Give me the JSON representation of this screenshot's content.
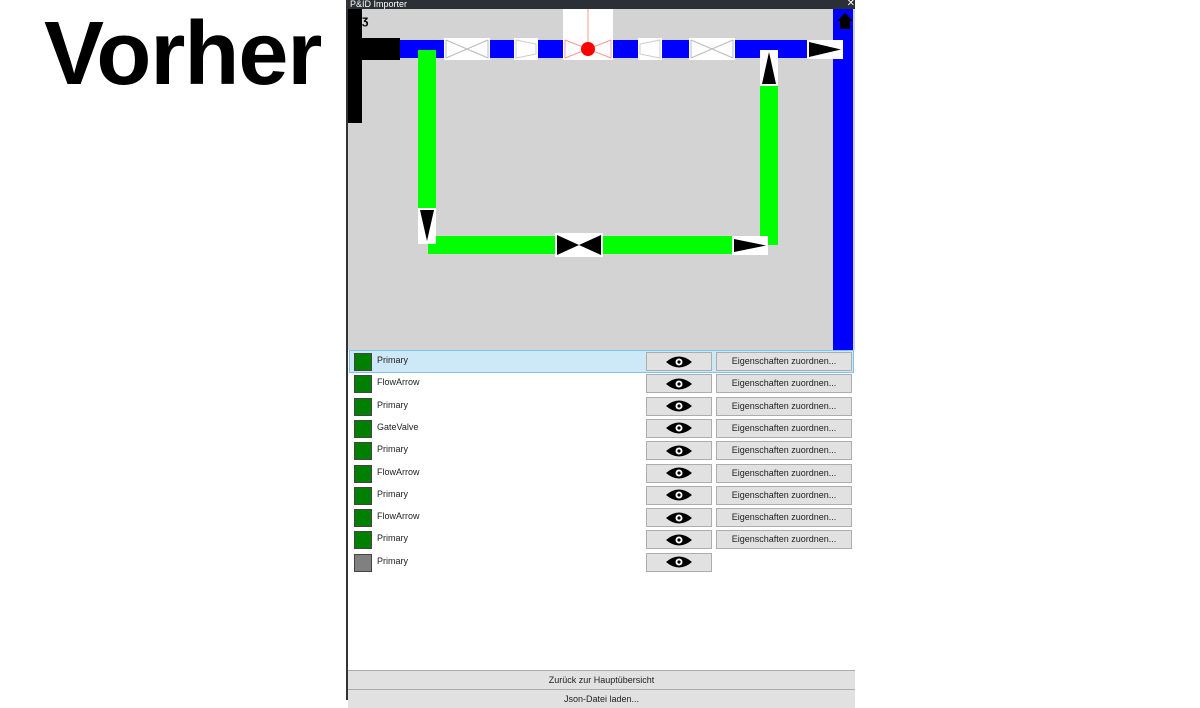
{
  "overlay_label": "Vorher",
  "window": {
    "title": "P&ID Importer",
    "close_glyph": "✕"
  },
  "canvas": {
    "colors": {
      "background": "#d3d3d3",
      "primary_line": "#0000ff",
      "secondary_line": "#00ff00",
      "highlight": "#ff0000"
    },
    "home_icon": "home-icon"
  },
  "rows": [
    {
      "name": "Primary",
      "color": "#008000",
      "has_props": true,
      "selected": true
    },
    {
      "name": "FlowArrow",
      "color": "#008000",
      "has_props": true,
      "selected": false
    },
    {
      "name": "Primary",
      "color": "#008000",
      "has_props": true,
      "selected": false
    },
    {
      "name": "GateValve",
      "color": "#008000",
      "has_props": true,
      "selected": false
    },
    {
      "name": "Primary",
      "color": "#008000",
      "has_props": true,
      "selected": false
    },
    {
      "name": "FlowArrow",
      "color": "#008000",
      "has_props": true,
      "selected": false
    },
    {
      "name": "Primary",
      "color": "#008000",
      "has_props": true,
      "selected": false
    },
    {
      "name": "FlowArrow",
      "color": "#008000",
      "has_props": true,
      "selected": false
    },
    {
      "name": "Primary",
      "color": "#008000",
      "has_props": true,
      "selected": false
    },
    {
      "name": "Primary",
      "color": "#808080",
      "has_props": false,
      "selected": false
    }
  ],
  "props_label": "Eigenschaften zuordnen...",
  "buttons": {
    "back": "Zurück zur Hauptübersicht",
    "load_json": "Json-Datei laden..."
  }
}
